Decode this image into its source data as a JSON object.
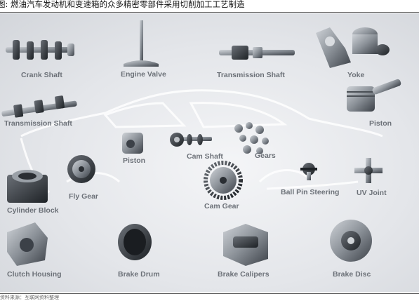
{
  "caption": "图: 燃油汽车发动机和变速箱的众多精密零部件采用切削加工工艺制造",
  "source": "资料来源：互联网资料整理",
  "parts": {
    "crank_shaft": "Crank Shaft",
    "engine_valve": "Engine Valve",
    "transmission_shaft_top": "Transmission Shaft",
    "yoke": "Yoke",
    "transmission_shaft_left": "Transmission Shaft",
    "piston_right": "Piston",
    "piston_mid": "Piston",
    "cam_shaft": "Cam Shaft",
    "gears": "Gears",
    "fly_gear": "Fly Gear",
    "cylinder_block": "Cylinder Block",
    "cam_gear": "Cam Gear",
    "ball_pin_steering": "Ball Pin Steering",
    "uv_joint": "UV Joint",
    "clutch_housing": "Clutch Housing",
    "brake_drum": "Brake Drum",
    "brake_calipers": "Brake Calipers",
    "brake_disc": "Brake Disc"
  }
}
